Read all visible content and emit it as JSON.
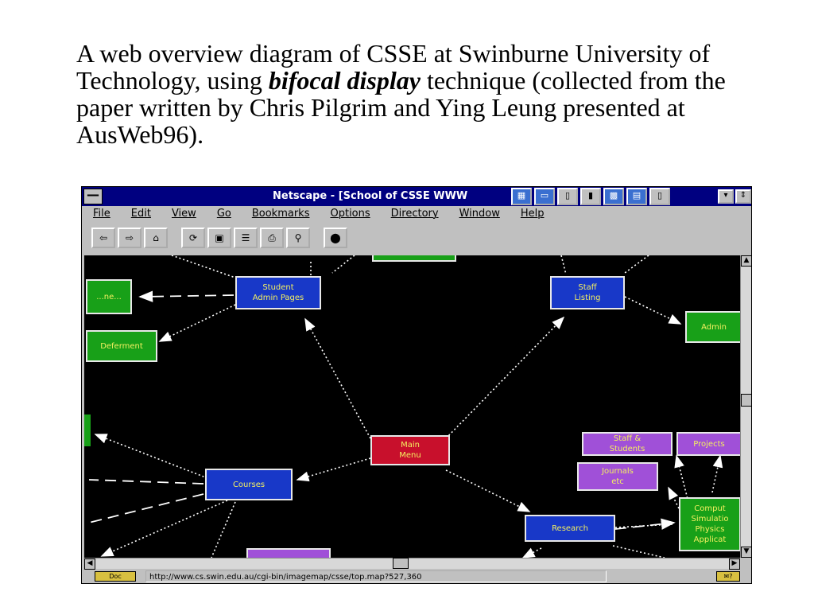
{
  "caption": {
    "before": "A web overview diagram of CSSE at Swinburne University of Technology, using ",
    "emphasis": "bifocal display",
    "after": " technique (collected from the paper written by Chris Pilgrim and Ying Leung presented at AusWeb96)."
  },
  "window": {
    "title": "Netscape - [School of CSSE WWW",
    "system_menu": "—",
    "minimize_label": "▾",
    "restore_label": "⇕"
  },
  "menu": [
    "File",
    "Edit",
    "View",
    "Go",
    "Bookmarks",
    "Options",
    "Directory",
    "Window",
    "Help"
  ],
  "toolbar_buttons": [
    {
      "icon": "back-icon",
      "glyph": "⇦"
    },
    {
      "icon": "forward-icon",
      "glyph": "⇨"
    },
    {
      "icon": "home-icon",
      "glyph": "⌂"
    },
    {
      "icon": "reload-icon",
      "glyph": "⟳"
    },
    {
      "icon": "images-icon",
      "glyph": "▣"
    },
    {
      "icon": "open-icon",
      "glyph": "☰"
    },
    {
      "icon": "print-icon",
      "glyph": "⎙"
    },
    {
      "icon": "find-icon",
      "glyph": "⚲"
    },
    {
      "icon": "stop-icon",
      "glyph": "⬤"
    }
  ],
  "diagram": {
    "nodes": [
      {
        "id": "student",
        "lines": [
          "Student",
          "Admin Pages"
        ],
        "color": "blue"
      },
      {
        "id": "staff",
        "lines": [
          "Staff",
          "Listing"
        ],
        "color": "blue"
      },
      {
        "id": "main",
        "lines": [
          "Main",
          "Menu"
        ],
        "color": "red"
      },
      {
        "id": "courses",
        "lines": [
          "Courses"
        ],
        "color": "blue"
      },
      {
        "id": "research",
        "lines": [
          "Research"
        ],
        "color": "blue"
      },
      {
        "id": "left1",
        "lines": [
          "...ne..."
        ],
        "color": "green"
      },
      {
        "id": "left2",
        "lines": [
          "Deferment"
        ],
        "color": "green"
      },
      {
        "id": "admin",
        "lines": [
          "Admin"
        ],
        "color": "green"
      },
      {
        "id": "staffstud",
        "lines": [
          "Staff &",
          "Students"
        ],
        "color": "purple"
      },
      {
        "id": "projects",
        "lines": [
          "Projects"
        ],
        "color": "purple"
      },
      {
        "id": "journals",
        "lines": [
          "Journals",
          "etc"
        ],
        "color": "purple"
      },
      {
        "id": "compsim",
        "lines": [
          "Comput",
          "Simulatio",
          "Physics",
          "Applicat"
        ],
        "color": "green"
      }
    ]
  },
  "status": {
    "key": "Doc",
    "url": "http://www.cs.swin.edu.au/cgi-bin/imagemap/csse/top.map?527,360",
    "mail": "✉?"
  }
}
